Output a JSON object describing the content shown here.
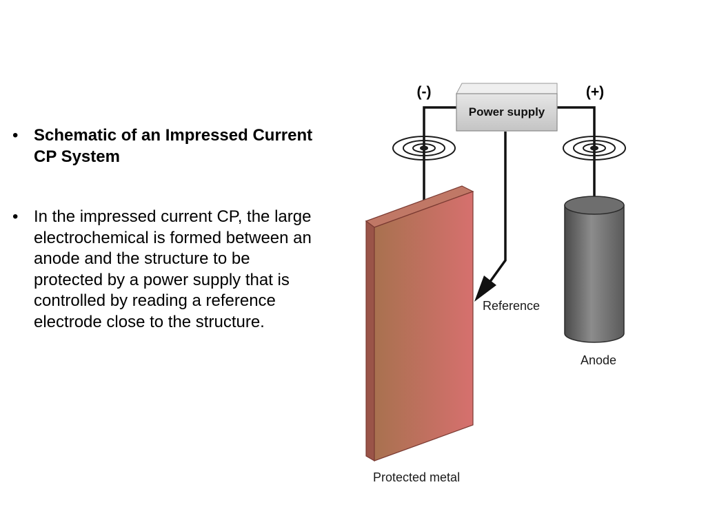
{
  "bullets": [
    {
      "text": "Schematic of an Impressed Current CP System",
      "bold": true
    },
    {
      "text": "In the impressed current CP, the large electrochemical is formed between an anode and the structure to be protected by a power supply that is controlled by reading a reference electrode close to the structure.",
      "bold": false
    }
  ],
  "bullet_symbol": "•",
  "diagram": {
    "power_supply_label": "Power supply",
    "negative_label": "(-)",
    "positive_label": "(+)",
    "reference_label": "Reference",
    "anode_label": "Anode",
    "protected_metal_label": "Protected metal"
  },
  "colors": {
    "metal_front": "#c56c67",
    "metal_edge": "#a9564f",
    "anode_body": "#777777",
    "power_supply_box": "#cfcfcf",
    "wire": "#111111"
  }
}
